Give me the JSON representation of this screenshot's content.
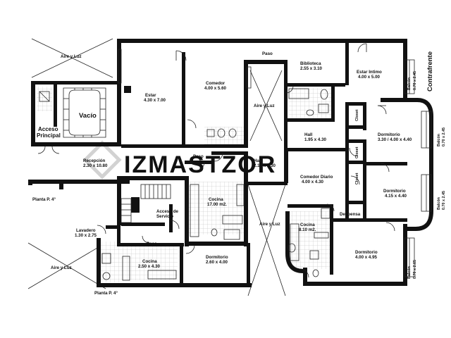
{
  "rooms": {
    "aire_luz_tl": "Aire y Luz",
    "acceso": [
      "Acceso",
      "Principal"
    ],
    "vacio": "Vacío",
    "recepcion": [
      "Recepción",
      "2.30 x 10.80"
    ],
    "planta_top": "Planta P. 4°",
    "estar": [
      "Estar",
      "4.30 x 7.00"
    ],
    "comedor": [
      "Comedor",
      "4.00 x 5.60"
    ],
    "paso_top": "Paso",
    "biblioteca": [
      "Biblioteca",
      "2.55 x 3.10"
    ],
    "estar_intimo": [
      "Estar Intimo",
      "4.00 x 5.00"
    ],
    "contrafrente": "Contrafrente",
    "balcon_1": [
      "Balcón",
      "0.70 x 2.45"
    ],
    "aire_luz_center": "Aire y Luz",
    "closet_1": "Closet",
    "dormitorio_1": [
      "Dormitorio",
      "3.30 / 4.00 x 4.40"
    ],
    "balcon_2": [
      "Balcón",
      "0.70 x 2.45"
    ],
    "hall_1": [
      "Hall",
      "1.95 x 4.30"
    ],
    "closet_2": "Closet",
    "paso_mid": "Paso",
    "hall_2": [
      "Hall",
      "2.10 x 5.30"
    ],
    "comedor_diario": [
      "Comedor Diario",
      "4.00 x 4.30"
    ],
    "closet_3": "Closet",
    "dormitorio_2": [
      "Dormitorio",
      "4.15 x 4.40"
    ],
    "balcon_3": [
      "Balcón",
      "0.70 x 2.45"
    ],
    "cocina_1": [
      "Cocina",
      "17.00 m2."
    ],
    "acceso_servicio": [
      "Acceso de",
      "Servicio"
    ],
    "despensa": "Despensa",
    "aire_luz_mid": "Aire y Luz",
    "cocina_2": [
      "Cocina",
      "8.10 m2."
    ],
    "lavadero": [
      "Lavadero",
      "1.30 x 2.75"
    ],
    "paso_low": "Paso",
    "cocina_3": [
      "Cocina",
      "2.50 x 4.30"
    ],
    "dormitorio_3": [
      "Dormitorio",
      "2.60 x 4.00"
    ],
    "dormitorio_4": [
      "Dormitorio",
      "4.00 x 4.95"
    ],
    "balcon_4": [
      "Balcón",
      "0.70 x 2.65"
    ],
    "aire_luz_bl": "Aire y Luz",
    "planta_bottom": "Planta P. 4°"
  },
  "watermark": "IZMASTZOR"
}
